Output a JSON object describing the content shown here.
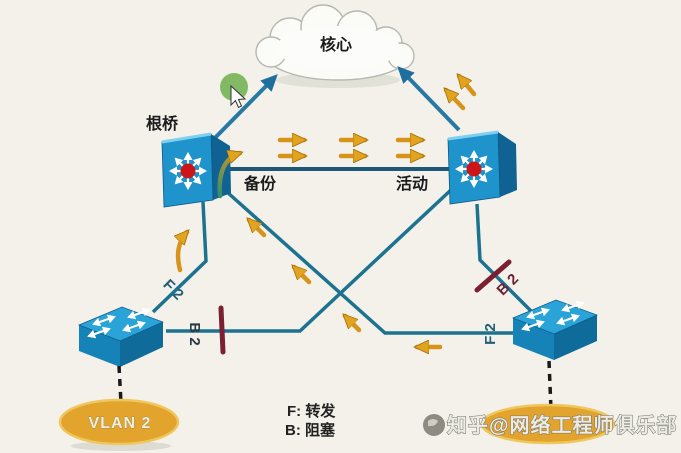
{
  "labels": {
    "core": "核心",
    "root_bridge": "根桥",
    "backup": "备份",
    "active": "活动",
    "vlan2": "VLAN 2"
  },
  "ports": {
    "left_access_forward": "F 2",
    "left_access_blocked": "B 2",
    "right_access_forward": "F 2",
    "right_access_blocked": "B 2"
  },
  "legend": {
    "forward": "F: 转发",
    "blocked": "B: 阻塞"
  },
  "watermark": {
    "text": "知乎@网络工程师俱乐部"
  },
  "colors": {
    "background": "#f3f1ea",
    "switch_blue": "#1e93cc",
    "link_teal": "#1d7290",
    "flow_orange": "#dd951c",
    "blocked_red": "#7a2030",
    "vlan_gold": "#e2a42c",
    "highlight_green": "#76b257"
  }
}
